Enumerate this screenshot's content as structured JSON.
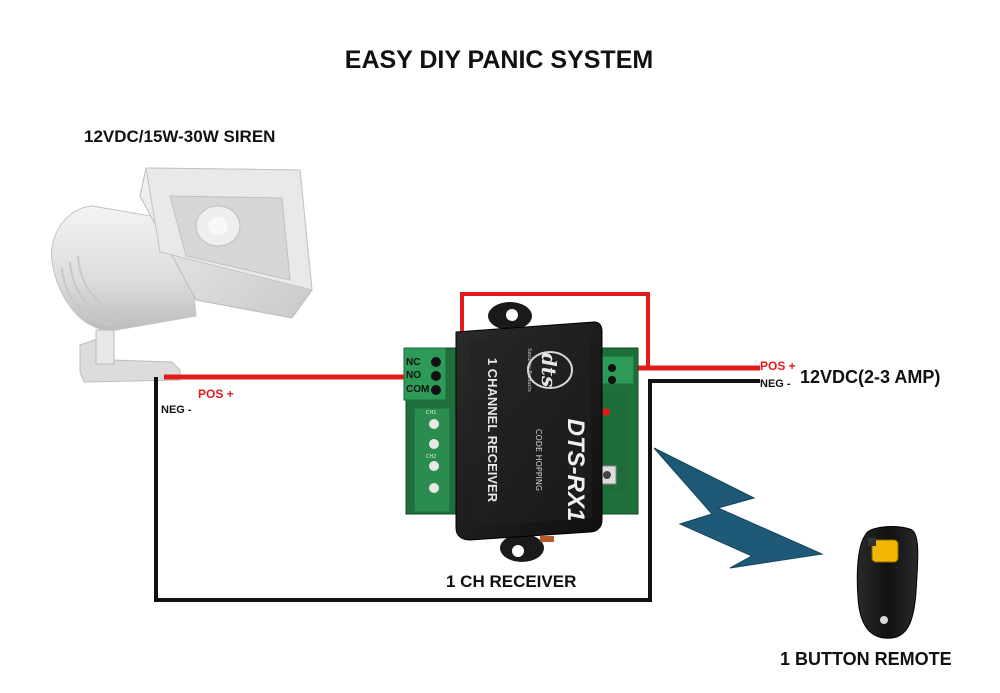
{
  "title": "EASY DIY PANIC SYSTEM",
  "siren": {
    "label": "12VDC/15W-30W SIREN"
  },
  "receiver": {
    "label": "1 CH RECEIVER",
    "brand_logo_text": "dts",
    "brand_logo_subtext": "Security Products",
    "model": "DTS-RX1",
    "channel_text": "1 CHANNEL RECEIVER",
    "code_text": "CODE HOPPING",
    "terminals": {
      "nc": "NC",
      "no": "NO",
      "com": "COM"
    },
    "channel_markers": [
      "CH1",
      "CH2"
    ]
  },
  "siren_wires": {
    "pos": "POS +",
    "neg": "NEG -"
  },
  "power": {
    "label": "12VDC(2-3 AMP)",
    "pos": "POS +",
    "neg": "NEG -"
  },
  "remote": {
    "label": "1 BUTTON REMOTE"
  },
  "colors": {
    "positive_wire": "#e31b1b",
    "negative_wire": "#111111",
    "signal_bolt": "#1e5a78",
    "receiver_body": "#1c1c1c",
    "terminal_green": "#2d9a58",
    "siren_body": "#e6e6e6"
  }
}
